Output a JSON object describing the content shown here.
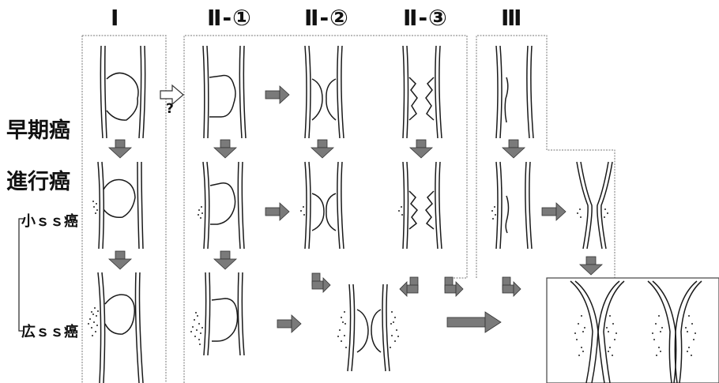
{
  "columns": [
    {
      "id": "I",
      "label": "Ⅰ"
    },
    {
      "id": "II-1",
      "label": "Ⅱ-①"
    },
    {
      "id": "II-2",
      "label": "Ⅱ-②"
    },
    {
      "id": "II-3",
      "label": "Ⅱ-③"
    },
    {
      "id": "III",
      "label": "Ⅲ"
    }
  ],
  "rows": {
    "early": "早期癌",
    "advanced": "進行癌",
    "small_ss": "小ｓｓ癌",
    "wide_ss": "広ｓｓ癌"
  },
  "question_mark": "?",
  "colors": {
    "line": "#1a1a1a",
    "arrow_fill": "#7a7a7a",
    "box_border": "#777777"
  }
}
